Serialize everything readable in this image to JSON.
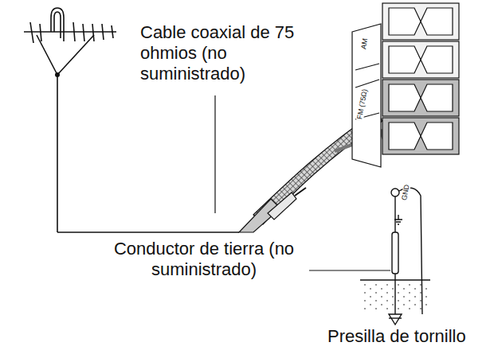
{
  "diagram": {
    "labels": [
      "Cable coaxial de 75 ohmios (no suministrado)",
      "AM",
      "FM (75Ω)",
      "GND",
      "Conductor de tierra (no suministrado)",
      "Presilla de tornillo"
    ]
  }
}
